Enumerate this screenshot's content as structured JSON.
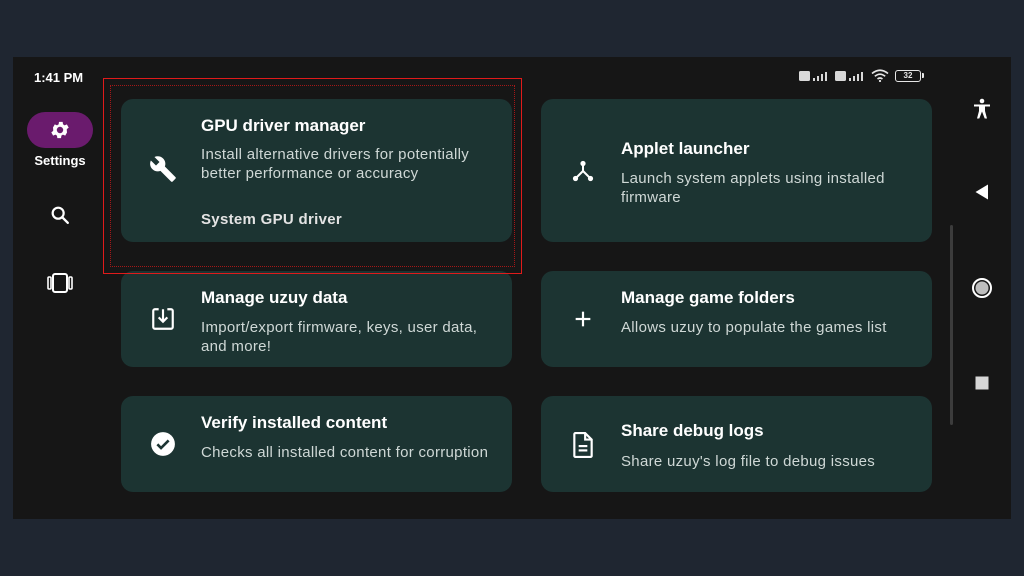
{
  "status_bar": {
    "time": "1:41 PM",
    "battery": "32"
  },
  "nav_rail": {
    "settings_label": "Settings",
    "accent": "#6a1b6d"
  },
  "cards": [
    {
      "title": "GPU driver manager",
      "description": "Install alternative drivers for potentially better performance or accuracy",
      "subtitle": "System GPU driver",
      "icon": "wrench-icon"
    },
    {
      "title": "Applet launcher",
      "description": "Launch system applets using installed firmware",
      "icon": "applet-icon"
    },
    {
      "title": "Manage uzuy data",
      "description": "Import/export firmware, keys, user data, and more!",
      "icon": "download-box-icon"
    },
    {
      "title": "Manage game folders",
      "description": "Allows uzuy to populate the games list",
      "icon": "plus-icon"
    },
    {
      "title": "Verify installed content",
      "description": "Checks all installed content for corruption",
      "icon": "check-circle-icon"
    },
    {
      "title": "Share debug logs",
      "description": "Share uzuy's log file to debug issues",
      "icon": "document-icon"
    }
  ],
  "colors": {
    "card_background": "#1c3432",
    "screen_background": "#161616",
    "highlight": "#e01b1b"
  }
}
